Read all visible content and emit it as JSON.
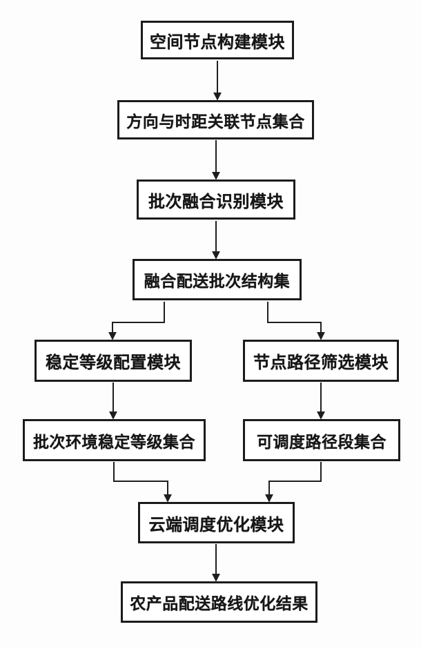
{
  "diagram": {
    "type": "flowchart",
    "orientation": "top-down",
    "colors": {
      "background": "#fdfdfd",
      "node_fill": "#ffffff",
      "node_border": "#1b1b1b",
      "text": "#161616",
      "connector": "#1e1e1e"
    },
    "nodes": [
      {
        "id": "n1",
        "label": "空间节点构建模块"
      },
      {
        "id": "n2",
        "label": "方向与时距关联节点集合"
      },
      {
        "id": "n3",
        "label": "批次融合识别模块"
      },
      {
        "id": "n4",
        "label": "融合配送批次结构集"
      },
      {
        "id": "n5",
        "label": "稳定等级配置模块"
      },
      {
        "id": "n6",
        "label": "节点路径筛选模块"
      },
      {
        "id": "n7",
        "label": "批次环境稳定等级集合"
      },
      {
        "id": "n8",
        "label": "可调度路径段集合"
      },
      {
        "id": "n9",
        "label": "云端调度优化模块"
      },
      {
        "id": "n10",
        "label": "农产品配送路线优化结果"
      }
    ],
    "edges": [
      {
        "from": "n1",
        "to": "n2"
      },
      {
        "from": "n2",
        "to": "n3"
      },
      {
        "from": "n3",
        "to": "n4"
      },
      {
        "from": "n4",
        "to": "n5"
      },
      {
        "from": "n4",
        "to": "n6"
      },
      {
        "from": "n5",
        "to": "n7"
      },
      {
        "from": "n6",
        "to": "n8"
      },
      {
        "from": "n7",
        "to": "n9"
      },
      {
        "from": "n8",
        "to": "n9"
      },
      {
        "from": "n9",
        "to": "n10"
      }
    ]
  }
}
